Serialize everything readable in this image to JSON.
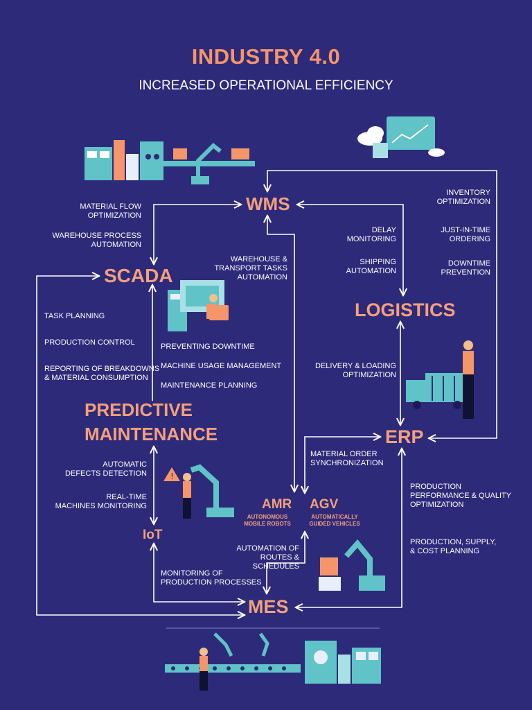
{
  "title": "INDUSTRY 4.0",
  "subtitle": "INCREASED OPERATIONAL EFFICIENCY",
  "colors": {
    "background": "#2d2a7a",
    "accent": "#f4956a",
    "line": "#ffffff",
    "teal": "#5fc3c8"
  },
  "nodes": {
    "wms": "WMS",
    "scada": "SCADA",
    "logistics": "LOGISTICS",
    "predictive_1": "PREDICTIVE",
    "predictive_2": "MAINTENANCE",
    "erp": "ERP",
    "amr": "AMR",
    "amr_sub_1": "AUTONOMOUS",
    "amr_sub_2": "MOBILE ROBOTS",
    "agv": "AGV",
    "agv_sub_1": "AUTOMATICALLY",
    "agv_sub_2": "GUIDED VEHICLES",
    "iot": "IoT",
    "mes": "MES"
  },
  "labels": {
    "material_flow_1": "MATERIAL FLOW",
    "material_flow_2": "OPTIMIZATION",
    "warehouse_process_1": "WAREHOUSE PROCESS",
    "warehouse_process_2": "AUTOMATION",
    "warehouse_transport_1": "WAREHOUSE &",
    "warehouse_transport_2": "TRANSPORT TASKS",
    "warehouse_transport_3": "AUTOMATION",
    "delay_1": "DELAY",
    "delay_2": "MONITORING",
    "shipping_1": "SHIPPING",
    "shipping_2": "AUTOMATION",
    "inventory_1": "INVENTORY",
    "inventory_2": "OPTIMIZATION",
    "jit_1": "JUST-IN-TIME",
    "jit_2": "ORDERING",
    "downtime_prev_1": "DOWNTIME",
    "downtime_prev_2": "PREVENTION",
    "task_planning": "TASK PLANNING",
    "production_control": "PRODUCTION CONTROL",
    "reporting_1": "REPORTING OF BREAKDOWNS",
    "reporting_2": "& MATERIAL CONSUMPTION",
    "preventing_downtime": "PREVENTING DOWNTIME",
    "machine_usage": "MACHINE USAGE MANAGEMENT",
    "maintenance_planning": "MAINTENANCE PLANNING",
    "delivery_1": "DELIVERY & LOADING",
    "delivery_2": "OPTIMIZATION",
    "material_order_1": "MATERIAL ORDER",
    "material_order_2": "SYNCHRONIZATION",
    "auto_defects_1": "AUTOMATIC",
    "auto_defects_2": "DEFECTS DETECTION",
    "realtime_1": "REAL-TIME",
    "realtime_2": "MACHINES MONITORING",
    "prod_perf_1": "PRODUCTION",
    "prod_perf_2": "PERFORMANCE & QUALITY",
    "prod_perf_3": "OPTIMIZATION",
    "routes_1": "AUTOMATION OF",
    "routes_2": "ROUTES & SCHEDULES",
    "prod_supply_1": "PRODUCTION, SUPPLY,",
    "prod_supply_2": "& COST PLANNING",
    "monitoring_prod_1": "MONITORING OF",
    "monitoring_prod_2": "PRODUCTION PROCESSES"
  },
  "icons": [
    "factory-machines-illustration",
    "cloud-analytics-illustration",
    "operator-workstation-illustration",
    "worker-with-truck-illustration",
    "robot-arm-alert-illustration",
    "agv-robot-arm-illustration",
    "assembly-line-illustration"
  ]
}
